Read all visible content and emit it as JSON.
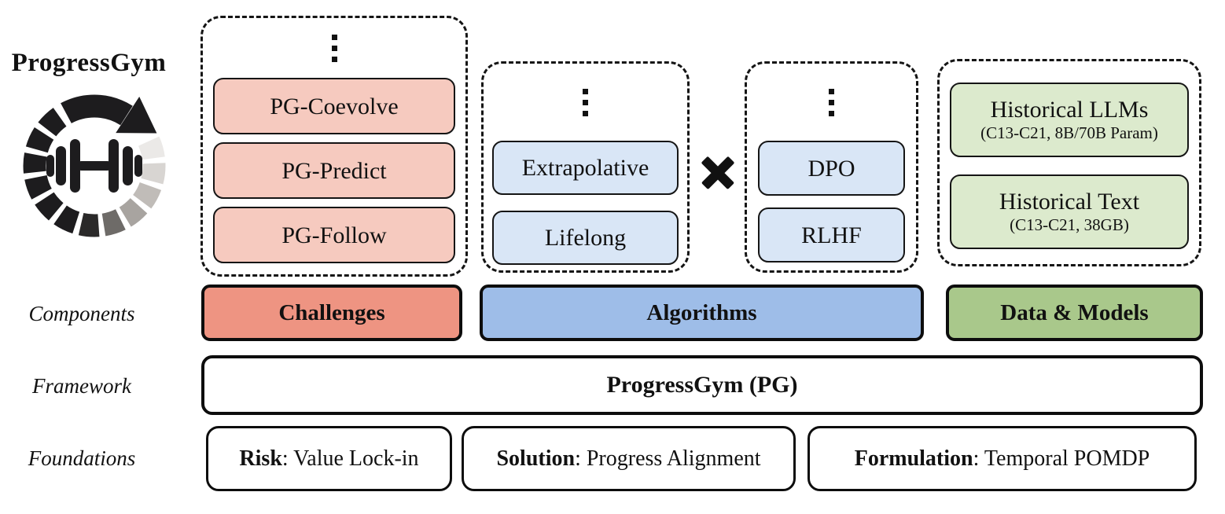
{
  "brand": {
    "title": "ProgressGym"
  },
  "row_labels": {
    "components": "Components",
    "framework": "Framework",
    "foundations": "Foundations"
  },
  "challenges_group": {
    "ellipsis_icon": "vertical-ellipsis",
    "items": [
      "PG-Coevolve",
      "PG-Predict",
      "PG-Follow"
    ]
  },
  "algorithms_group": {
    "paradigms": {
      "ellipsis_icon": "vertical-ellipsis",
      "items": [
        "Extrapolative",
        "Lifelong"
      ]
    },
    "cross_symbol": "✖",
    "methods": {
      "ellipsis_icon": "vertical-ellipsis",
      "items": [
        "DPO",
        "RLHF"
      ]
    }
  },
  "data_models_group": {
    "items": [
      {
        "title": "Historical LLMs",
        "subtitle": "(C13-C21, 8B/70B Param)"
      },
      {
        "title": "Historical Text",
        "subtitle": "(C13-C21, 38GB)"
      }
    ]
  },
  "components_row": {
    "challenges": "Challenges",
    "algorithms": "Algorithms",
    "data_models": "Data & Models"
  },
  "framework_row": {
    "label": "ProgressGym (PG)"
  },
  "foundations_row": {
    "items": [
      {
        "keyword": "Risk",
        "text": ": Value Lock-in"
      },
      {
        "keyword": "Solution",
        "text": ": Progress Alignment"
      },
      {
        "keyword": "Formulation",
        "text": ": Temporal POMDP"
      }
    ]
  },
  "icons": {
    "logo": "progressgym-circular-arrow-dumbbell-logo",
    "cross": "cross-product-icon"
  },
  "colors": {
    "challenge_light": "#f6cabf",
    "challenge_strong": "#ee9482",
    "algorithm_light": "#d9e6f6",
    "algorithm_strong": "#9ebde8",
    "data_light": "#dceacd",
    "data_strong": "#a9c88b",
    "border": "#111111"
  }
}
